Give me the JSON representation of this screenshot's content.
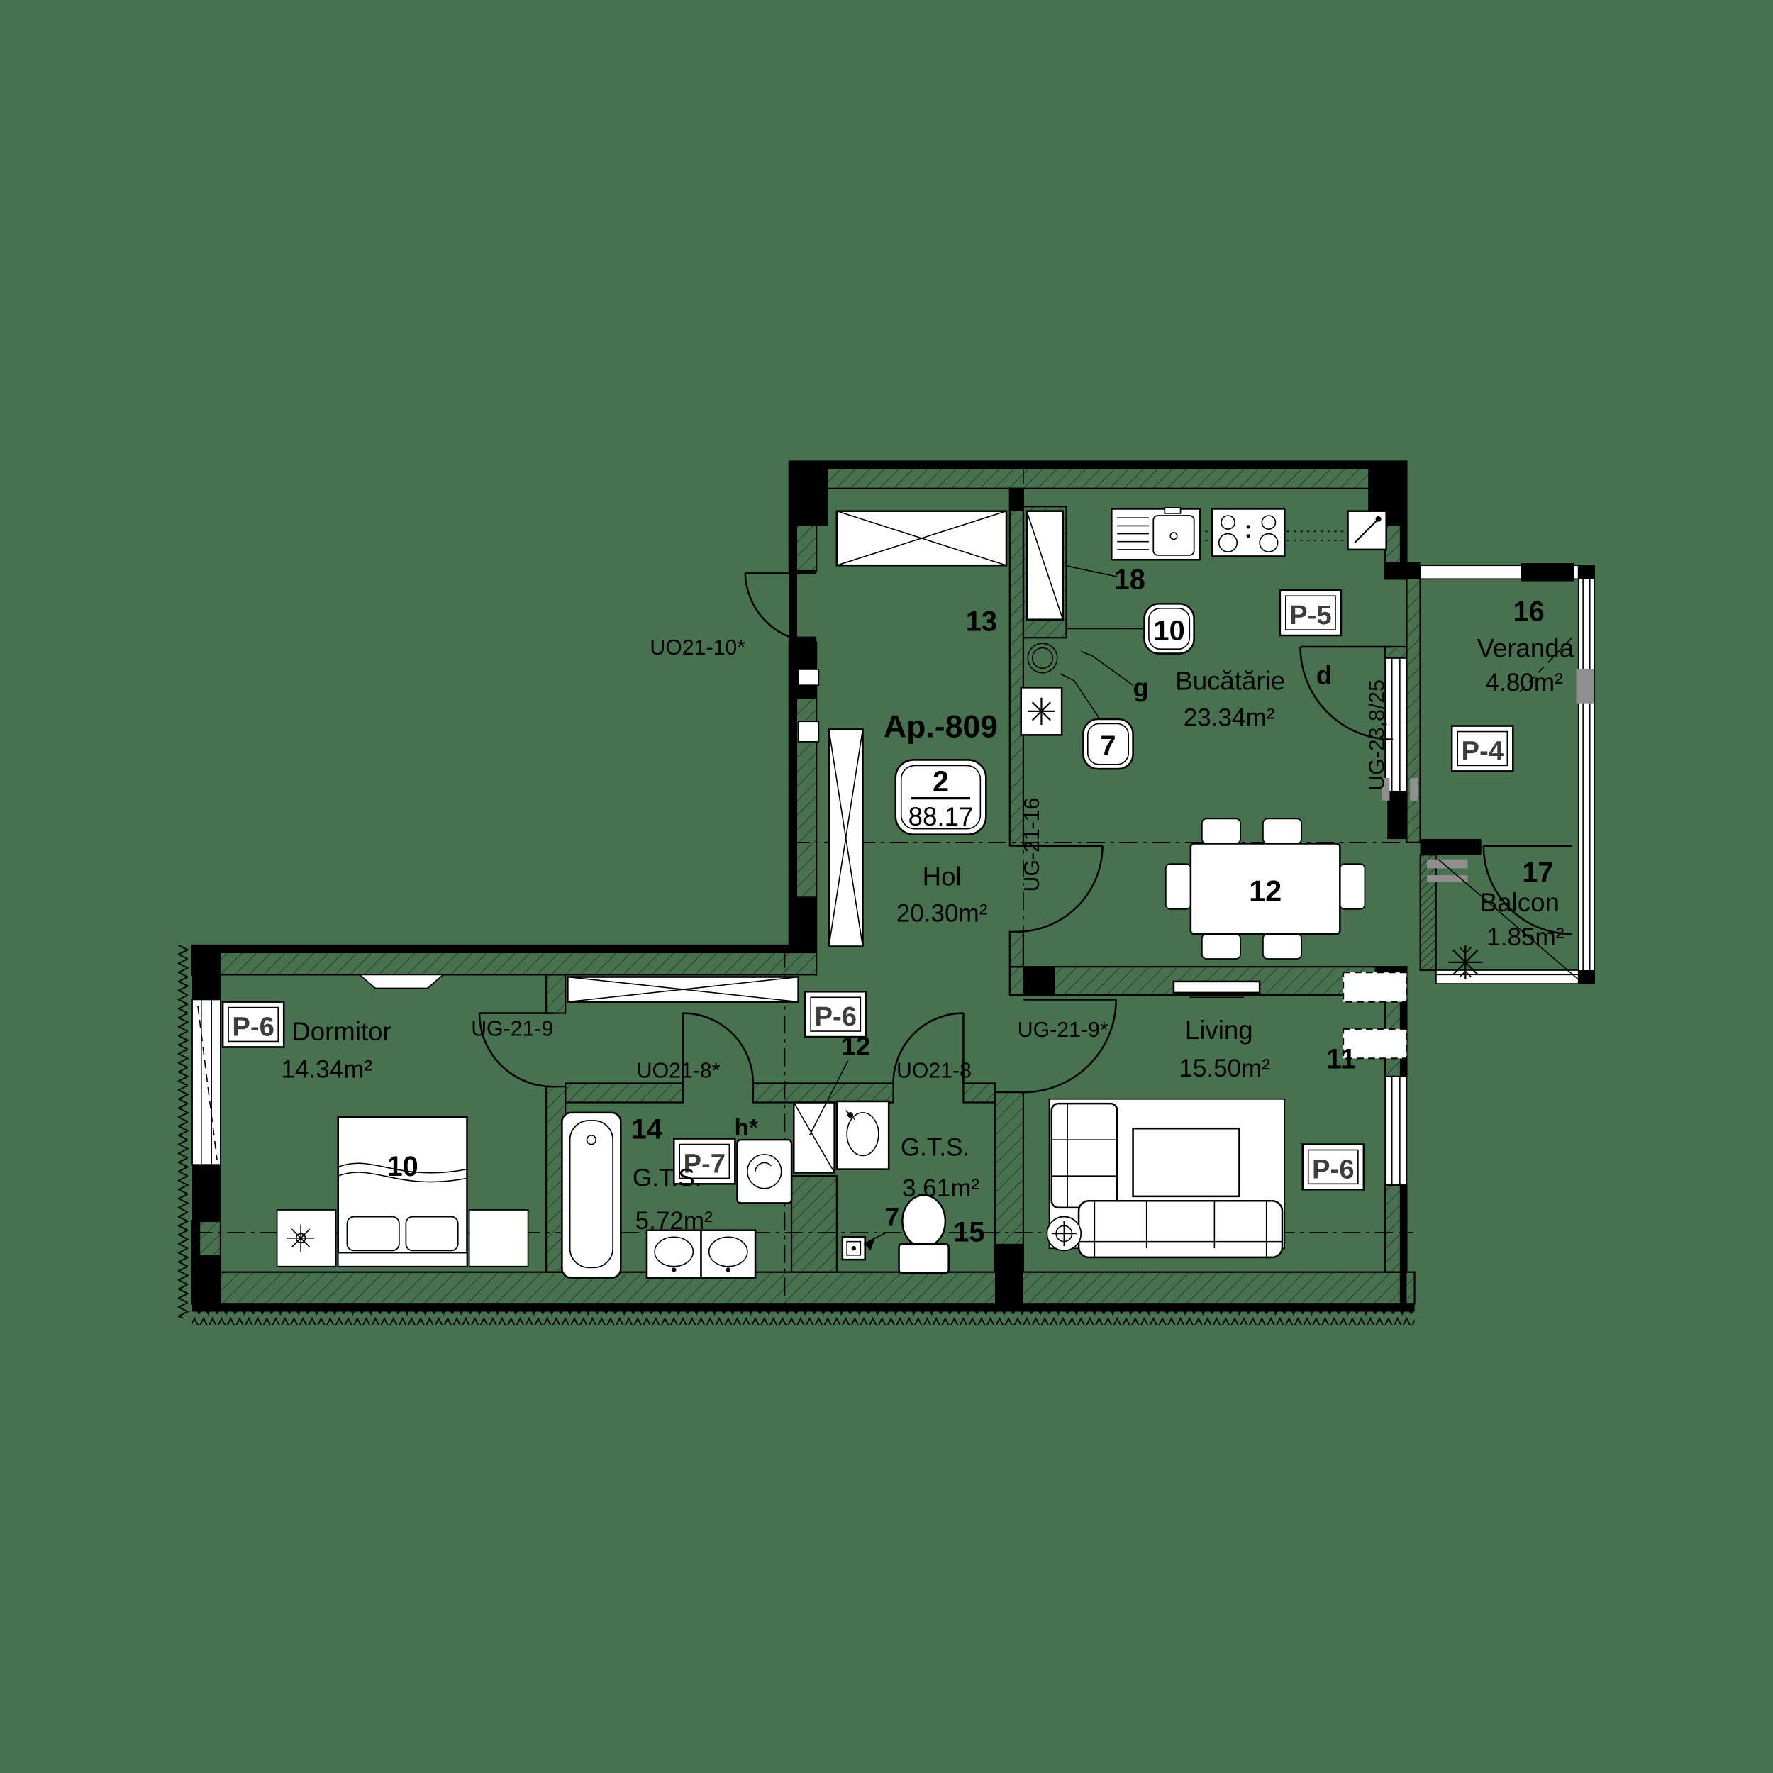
{
  "colors": {
    "background": "#47714F",
    "line": "#000000",
    "furniture_fill": "#ffffff",
    "panel_text": "#3d3d3d"
  },
  "title": {
    "apartment": "Ap.-809",
    "rooms_count": "2",
    "total_area": "88.17"
  },
  "rooms": {
    "hol": {
      "name": "Hol",
      "area": "20.30m²",
      "number": "13",
      "closet_number": "12"
    },
    "bucatarie": {
      "name": "Bucătărie",
      "area": "23.34m²",
      "shaft_number": "18",
      "sink_badge": "10",
      "drain_badge": "7",
      "letter_g": "g",
      "letter_d": "d",
      "dining_table_seats": "12"
    },
    "veranda": {
      "number": "16",
      "name": "Veranda",
      "area": "4.80m²"
    },
    "balcon": {
      "number": "17",
      "name": "Balcon",
      "area": "1.85m²"
    },
    "living": {
      "name": "Living",
      "area": "15.50m²",
      "number": "11"
    },
    "dormitor": {
      "name": "Dormitor",
      "area": "14.34m²",
      "bed_number": "10"
    },
    "gts_bath": {
      "number": "14",
      "name": "G.T.S.",
      "area": "5.72m²",
      "washer_label": "h*"
    },
    "gts_wc": {
      "name": "G.T.S.",
      "area": "3.61m²",
      "toilet_number": "15",
      "drain_number": "7"
    }
  },
  "panels": {
    "p4": "P-4",
    "p5": "P-5",
    "p6": "P-6",
    "p7": "P-7"
  },
  "doors": {
    "entry": "UO21-10*",
    "hol_kitchen": "UG-21-16",
    "dormitor": "UG-21-9",
    "gts_bath": "UO21-8*",
    "gts_wc": "UO21-8",
    "living": "UG-21-9*",
    "balcony_unit": "UG-23,8/25"
  },
  "icons": {
    "drain_star": "star-symbol",
    "ac_snowflake": "snowflake-symbol"
  }
}
